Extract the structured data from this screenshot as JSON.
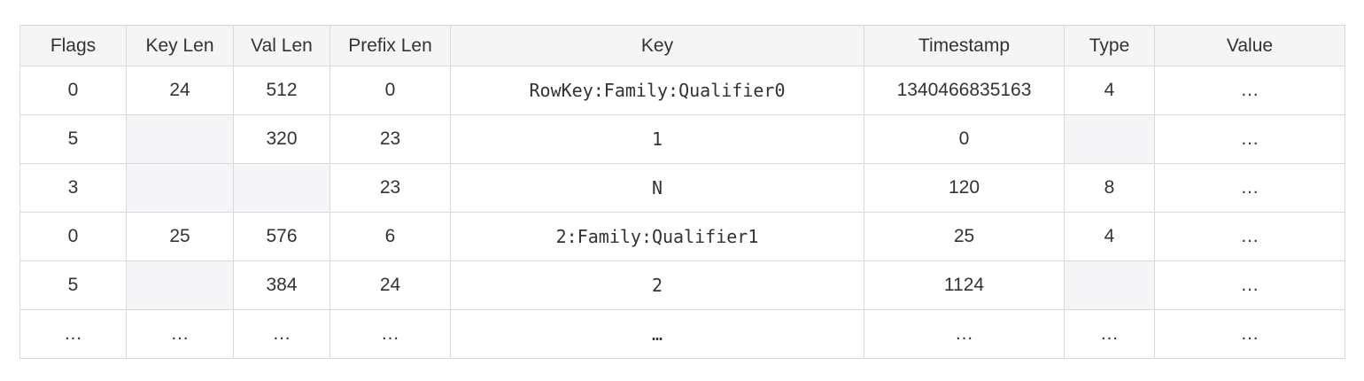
{
  "table": {
    "headers": [
      "Flags",
      "Key Len",
      "Val Len",
      "Prefix Len",
      "Key",
      "Timestamp",
      "Type",
      "Value"
    ],
    "key_column_index": 4,
    "rows": [
      {
        "cells": [
          "0",
          "24",
          "512",
          "0",
          "RowKey:Family:Qualifier0",
          "1340466835163",
          "4",
          "…"
        ],
        "empty": []
      },
      {
        "cells": [
          "5",
          "",
          "320",
          "23",
          "1",
          "0",
          "",
          "…"
        ],
        "empty": [
          1,
          6
        ]
      },
      {
        "cells": [
          "3",
          "",
          "",
          "23",
          "N",
          "120",
          "8",
          "…"
        ],
        "empty": [
          1,
          2
        ]
      },
      {
        "cells": [
          "0",
          "25",
          "576",
          "6",
          "2:Family:Qualifier1",
          "25",
          "4",
          "…"
        ],
        "empty": []
      },
      {
        "cells": [
          "5",
          "",
          "384",
          "24",
          "2",
          "1124",
          "",
          "…"
        ],
        "empty": [
          1,
          6
        ]
      },
      {
        "cells": [
          "…",
          "…",
          "…",
          "…",
          "…",
          "…",
          "…",
          "…"
        ],
        "empty": []
      }
    ],
    "colors": {
      "border": "#d9d9dd",
      "header_bg": "#f5f5f6",
      "empty_cell_bg": "#f5f5f7",
      "text": "#333333",
      "page_bg": "#ffffff"
    }
  },
  "chart_data": {
    "type": "table",
    "title": "",
    "columns": [
      "Flags",
      "Key Len",
      "Val Len",
      "Prefix Len",
      "Key",
      "Timestamp",
      "Type",
      "Value"
    ],
    "rows": [
      [
        "0",
        "24",
        "512",
        "0",
        "RowKey:Family:Qualifier0",
        "1340466835163",
        "4",
        "…"
      ],
      [
        "5",
        "",
        "320",
        "23",
        "1",
        "0",
        "",
        "…"
      ],
      [
        "3",
        "",
        "",
        "23",
        "N",
        "120",
        "8",
        "…"
      ],
      [
        "0",
        "25",
        "576",
        "6",
        "2:Family:Qualifier1",
        "25",
        "4",
        "…"
      ],
      [
        "5",
        "",
        "384",
        "24",
        "2",
        "1124",
        "",
        "…"
      ],
      [
        "…",
        "…",
        "…",
        "…",
        "…",
        "…",
        "…",
        "…"
      ]
    ],
    "empty_shaded_cells": [
      [
        1,
        1
      ],
      [
        1,
        6
      ],
      [
        2,
        1
      ],
      [
        2,
        2
      ],
      [
        4,
        1
      ],
      [
        4,
        6
      ]
    ],
    "layout_hints": {
      "grid": "all-borders",
      "header_shaded": true,
      "key_column_monospace": true,
      "alignment": "center"
    }
  }
}
